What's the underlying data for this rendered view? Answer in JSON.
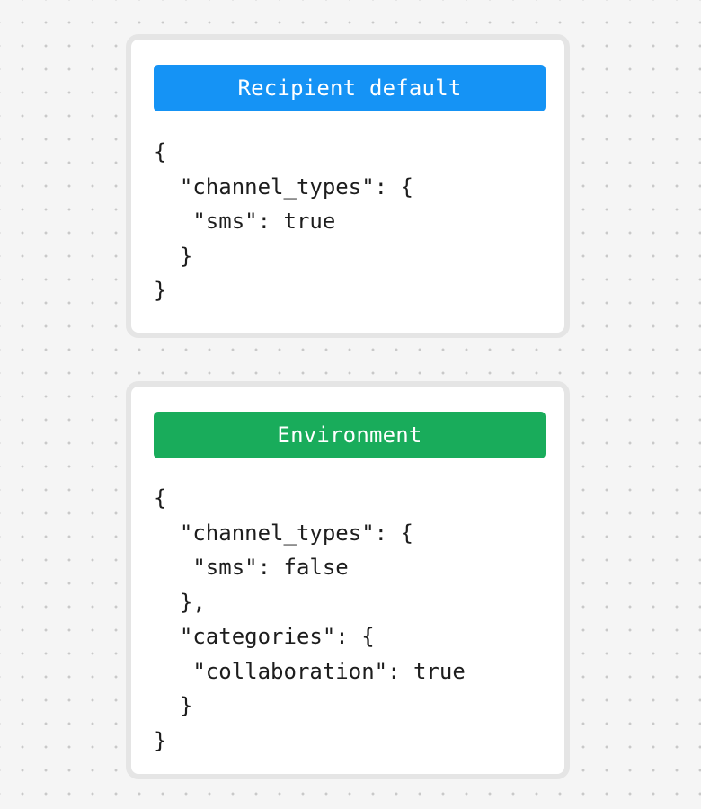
{
  "page": {
    "background_color": "#f5f5f5",
    "dot_color": "#c9c9c9",
    "card_border_color": "#e5e5e5",
    "card_background": "#ffffff",
    "text_color": "#1d1d1d"
  },
  "cards": [
    {
      "header_label": "Recipient default",
      "header_color": "#1593f5",
      "header_text_color": "#ffffff",
      "json_text": "{\n  \"channel_types\": {\n   \"sms\": true\n  }\n}"
    },
    {
      "header_label": "Environment",
      "header_color": "#19ac5b",
      "header_text_color": "#ffffff",
      "json_text": "{\n  \"channel_types\": {\n   \"sms\": false\n  },\n  \"categories\": {\n   \"collaboration\": true\n  }\n}"
    }
  ]
}
